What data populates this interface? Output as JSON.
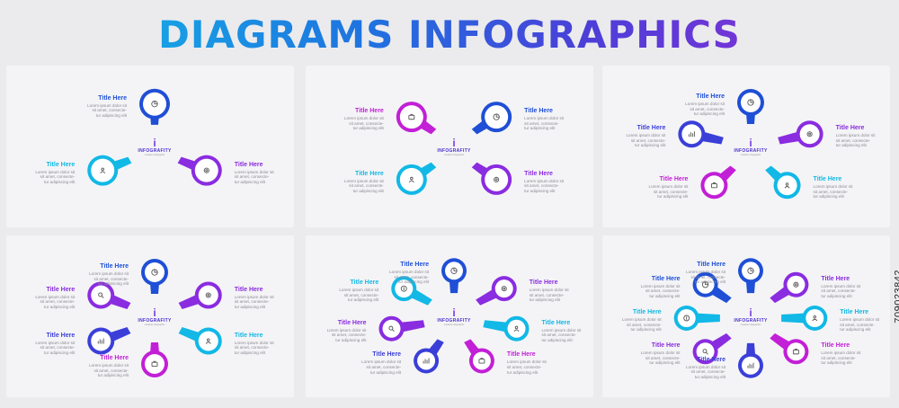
{
  "headline": "DIAGRAMS INFOGRAPHICS",
  "stock_id": "709023842",
  "colors": {
    "cyan": "#12b8e6",
    "blue": "#1f4fd6",
    "indigo": "#3b3fd8",
    "purple": "#8a2ce0",
    "magenta": "#c21fd6"
  },
  "logo": {
    "mark": "i",
    "word": "INFOGRAFITY",
    "sub": "creative infographic"
  },
  "block": {
    "title": "Title Here",
    "lines": [
      "Lorem ipsum dolor sit",
      "sit amet, consecte-",
      "tur adipiscing elit"
    ]
  },
  "icons": [
    "pie-chart-icon",
    "gear-icon",
    "user-icon",
    "briefcase-icon",
    "bar-chart-icon",
    "search-icon",
    "dollar-icon"
  ],
  "diagrams": [
    {
      "name": "three-step",
      "steps": 3
    },
    {
      "name": "four-step",
      "steps": 4
    },
    {
      "name": "five-step",
      "steps": 5
    },
    {
      "name": "six-step",
      "steps": 6
    },
    {
      "name": "seven-step",
      "steps": 7
    },
    {
      "name": "eight-step",
      "steps": 8
    }
  ]
}
